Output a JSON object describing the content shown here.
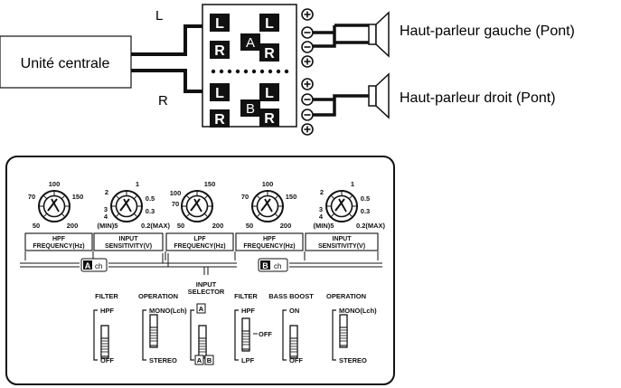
{
  "wiring": {
    "unit_label": "Unité centrale",
    "left_channel": "L",
    "right_channel": "R",
    "speaker_left": "Haut-parleur gauche (Pont)",
    "speaker_right": "Haut-parleur droit (Pont)",
    "amp": {
      "ch_a": "A",
      "ch_b": "B",
      "in_l": "L",
      "in_r": "R",
      "plus": "+",
      "minus": "−"
    }
  },
  "panel": {
    "knobs": {
      "hpf_a": {
        "top": "100",
        "left": "70",
        "right": "150",
        "bl": "50",
        "br": "200"
      },
      "sens_a": {
        "top": "1",
        "l1": "2",
        "l2": "3",
        "l3": "4",
        "r1": "0.5",
        "r2": "0.3",
        "bl": "(MIN)5",
        "br": "0.2(MAX)"
      },
      "lpf": {
        "top": "150",
        "left": "100",
        "left2": "70",
        "bl": "50",
        "br": "200"
      },
      "hpf_b": {
        "top": "100",
        "left": "70",
        "right": "150",
        "bl": "50",
        "br": "200"
      },
      "sens_b": {
        "top": "1",
        "l1": "2",
        "l2": "3",
        "l3": "4",
        "r1": "0.5",
        "r2": "0.3",
        "bl": "(MIN)5",
        "br": "0.2(MAX)"
      }
    },
    "knob_labels": [
      {
        "l1": "HPF",
        "l2": "FREQUENCY(Hz)"
      },
      {
        "l1": "INPUT",
        "l2": "SENSITIVITY(V)"
      },
      {
        "l1": "LPF",
        "l2": "FREQUENCY(Hz)"
      },
      {
        "l1": "HPF",
        "l2": "FREQUENCY(Hz)"
      },
      {
        "l1": "INPUT",
        "l2": "SENSITIVITY(V)"
      }
    ],
    "ch_a_letter": "A",
    "ch_b_letter": "B",
    "ch_suffix": "ch",
    "switches": {
      "filter_a": {
        "title": "FILTER",
        "top": "HPF",
        "bottom": "OFF"
      },
      "operation_a": {
        "title": "OPERATION",
        "top": "MONO(Lch)",
        "bottom": "STEREO"
      },
      "input_selector": {
        "title1": "INPUT",
        "title2": "SELECTOR",
        "top": "A",
        "bottom_a": "A",
        "bottom_b": "B"
      },
      "filter_b": {
        "title": "FILTER",
        "top": "HPF",
        "mid": "OFF",
        "bottom": "LPF"
      },
      "bass_boost": {
        "title": "BASS BOOST",
        "top": "ON",
        "bottom": "OFF"
      },
      "operation_b": {
        "title": "OPERATION",
        "top": "MONO(Lch)",
        "bottom": "STEREO"
      }
    }
  }
}
